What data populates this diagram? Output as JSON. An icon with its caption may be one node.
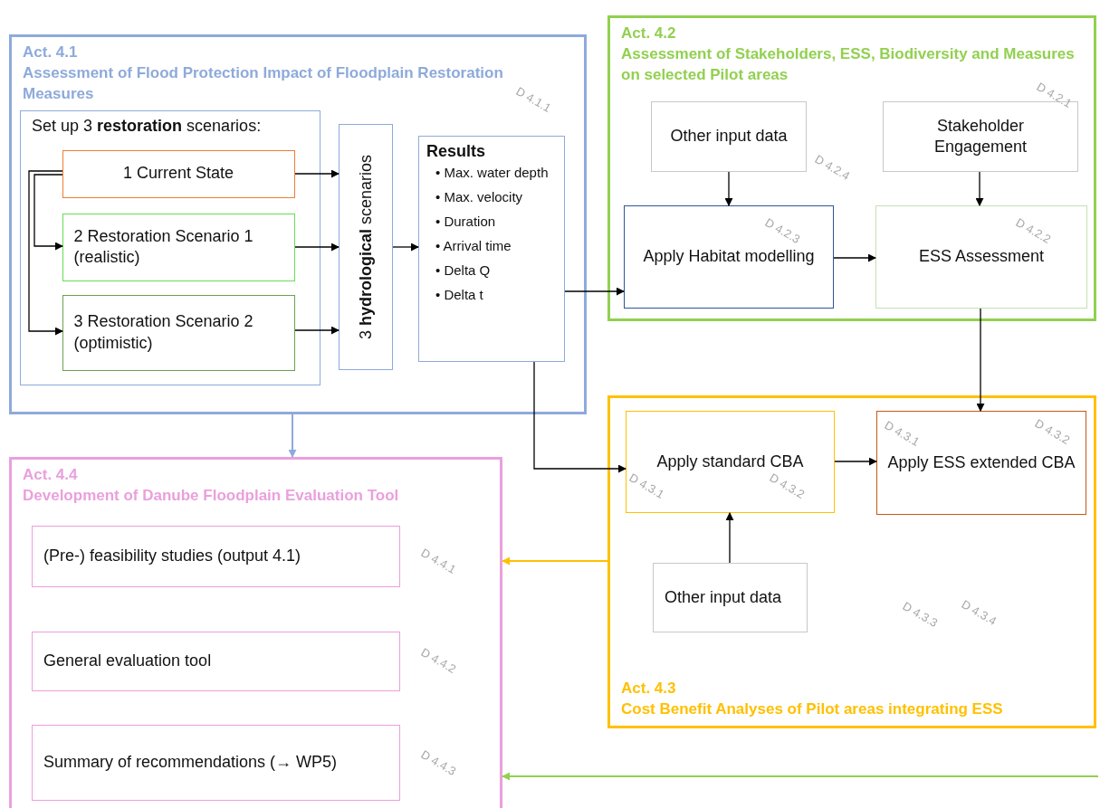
{
  "diagram": {
    "nodes": [
      {
        "text": [
          "Act. 4.1",
          "Assessment of Flood Protection Impact of Floodplain Restoration Measures"
        ]
      },
      {
        "text": [
          "Set up 3 **restoration** scenarios:"
        ],
        "in": 0
      },
      {
        "text": [
          "1 Current State"
        ],
        "in": 1
      },
      {
        "text": [
          "2 Restoration Scenario 1 (realistic)"
        ],
        "in": 1
      },
      {
        "text": [
          "3 Restoration Scenario 2 (optimistic)"
        ],
        "in": 1
      },
      {
        "text": [
          "3 **hydrological** scenarios"
        ],
        "in": 0
      },
      {
        "text": [
          "Results",
          "• Max. water depth",
          "• Max. velocity",
          "• Duration",
          "• Arrival time",
          "• Delta Q",
          "• Delta t"
        ],
        "in": 0
      },
      {
        "text": [
          "Act. 4.2",
          "Assessment of Stakeholders, ESS, Biodiversity and Measures on selected Pilot areas"
        ]
      },
      {
        "text": [
          "Other input data"
        ],
        "in": 7
      },
      {
        "text": [
          "Stakeholder Engagement"
        ],
        "in": 7
      },
      {
        "text": [
          "Apply Habitat modelling"
        ],
        "in": 7
      },
      {
        "text": [
          "ESS Assessment"
        ],
        "in": 7
      },
      {
        "text": [
          "Act. 4.3",
          "Cost Benefit Analyses of Pilot areas integrating ESS"
        ]
      },
      {
        "text": [
          "Apply standard CBA"
        ],
        "in": 12
      },
      {
        "text": [
          "Apply ESS extended CBA"
        ],
        "in": 12
      },
      {
        "text": [
          "Other input data"
        ],
        "in": 12
      },
      {
        "text": [
          "Act. 4.4",
          "Development of Danube Floodplain Evaluation Tool"
        ]
      },
      {
        "text": [
          "(Pre-) feasibility studies (output 4.1)"
        ],
        "in": 16
      },
      {
        "text": [
          "General evaluation tool"
        ],
        "in": 16
      },
      {
        "text": [
          "Summary of recommendations (→ WP5)"
        ],
        "in": 16
      }
    ],
    "edges": [
      {
        "from": 2,
        "to": 3,
        "arrow": "to"
      },
      {
        "from": 2,
        "to": 4,
        "arrow": "to"
      },
      {
        "from": 2,
        "to": 5,
        "arrow": "to"
      },
      {
        "from": 3,
        "to": 5,
        "arrow": "to"
      },
      {
        "from": 4,
        "to": 5,
        "arrow": "to"
      },
      {
        "from": 5,
        "to": 6,
        "arrow": "to"
      },
      {
        "from": 6,
        "to": 10,
        "arrow": "to"
      },
      {
        "from": 6,
        "to": 13,
        "arrow": "to"
      },
      {
        "from": 8,
        "to": 10,
        "arrow": "to"
      },
      {
        "from": 9,
        "to": 11,
        "arrow": "to"
      },
      {
        "from": 10,
        "to": 11,
        "arrow": "to"
      },
      {
        "from": 11,
        "to": 14,
        "arrow": "to"
      },
      {
        "from": 13,
        "to": 14,
        "arrow": "to"
      },
      {
        "from": 15,
        "to": 13,
        "arrow": "to"
      },
      {
        "from": 0,
        "to": 16,
        "arrow": "to",
        "color": "#8eaadb"
      },
      {
        "from": 12,
        "to": 16,
        "arrow": "to",
        "color": "#ffc000"
      },
      {
        "from": null,
        "to": 16,
        "arrow": "to",
        "color": "#92d050"
      }
    ],
    "labels": [
      "D 4.1.1",
      "D 4.2.1",
      "D 4.2.4",
      "D 4.2.3",
      "D 4.2.2",
      "D 4.3.1",
      "D 4.3.2",
      "D 4.3.1",
      "D 4.3.2",
      "D 4.3.3",
      "D 4.3.4",
      "D 4.4.1",
      "D 4.4.2",
      "D 4.4.3"
    ]
  }
}
